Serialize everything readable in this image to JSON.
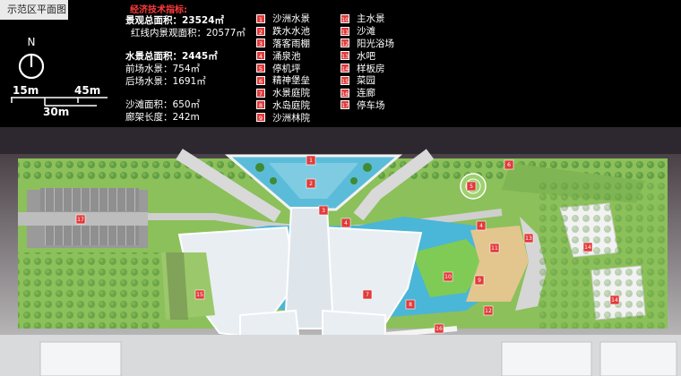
{
  "title": "示范区平面图",
  "compass": {
    "label": "N"
  },
  "scale": {
    "label_a": "15m",
    "label_b": "45m",
    "label_c": "30m"
  },
  "stats": {
    "heading": "经济技术指标:",
    "landscape_total": "景观总面积：23524㎡",
    "redline_area": "红线内景观面积：20577㎡",
    "water_total": "水景总面积：2445㎡",
    "front_water": "前场水景：754㎡",
    "back_water": "后场水景：1691㎡",
    "beach_area": "沙滩面积：650㎡",
    "corridor_length": "廊架长度：242m"
  },
  "legend": [
    {
      "num": "1",
      "label": "沙洲水景"
    },
    {
      "num": "2",
      "label": "跌水水池"
    },
    {
      "num": "3",
      "label": "落客雨棚"
    },
    {
      "num": "4",
      "label": "涌泉池"
    },
    {
      "num": "5",
      "label": "停机坪"
    },
    {
      "num": "6",
      "label": "精神堡垒"
    },
    {
      "num": "7",
      "label": "水景庭院"
    },
    {
      "num": "8",
      "label": "水岛庭院"
    },
    {
      "num": "9",
      "label": "沙洲林院"
    },
    {
      "num": "10",
      "label": "主水景"
    },
    {
      "num": "11",
      "label": "沙滩"
    },
    {
      "num": "12",
      "label": "阳光浴场"
    },
    {
      "num": "13",
      "label": "水吧"
    },
    {
      "num": "14",
      "label": "样板房"
    },
    {
      "num": "15",
      "label": "菜园"
    },
    {
      "num": "16",
      "label": "连廊"
    },
    {
      "num": "17",
      "label": "停车场"
    }
  ],
  "markers": [
    "1",
    "2",
    "3",
    "4",
    "4",
    "5",
    "6",
    "7",
    "8",
    "9",
    "10",
    "11",
    "12",
    "13",
    "14",
    "14",
    "15",
    "16",
    "17"
  ],
  "colors": {
    "accent_red": "#e23a3a",
    "lawn": "#8cc05a",
    "water": "#4ab6d8",
    "building": "#e9eef2",
    "road": "#c7c7c7",
    "beach": "#e3c58e"
  }
}
